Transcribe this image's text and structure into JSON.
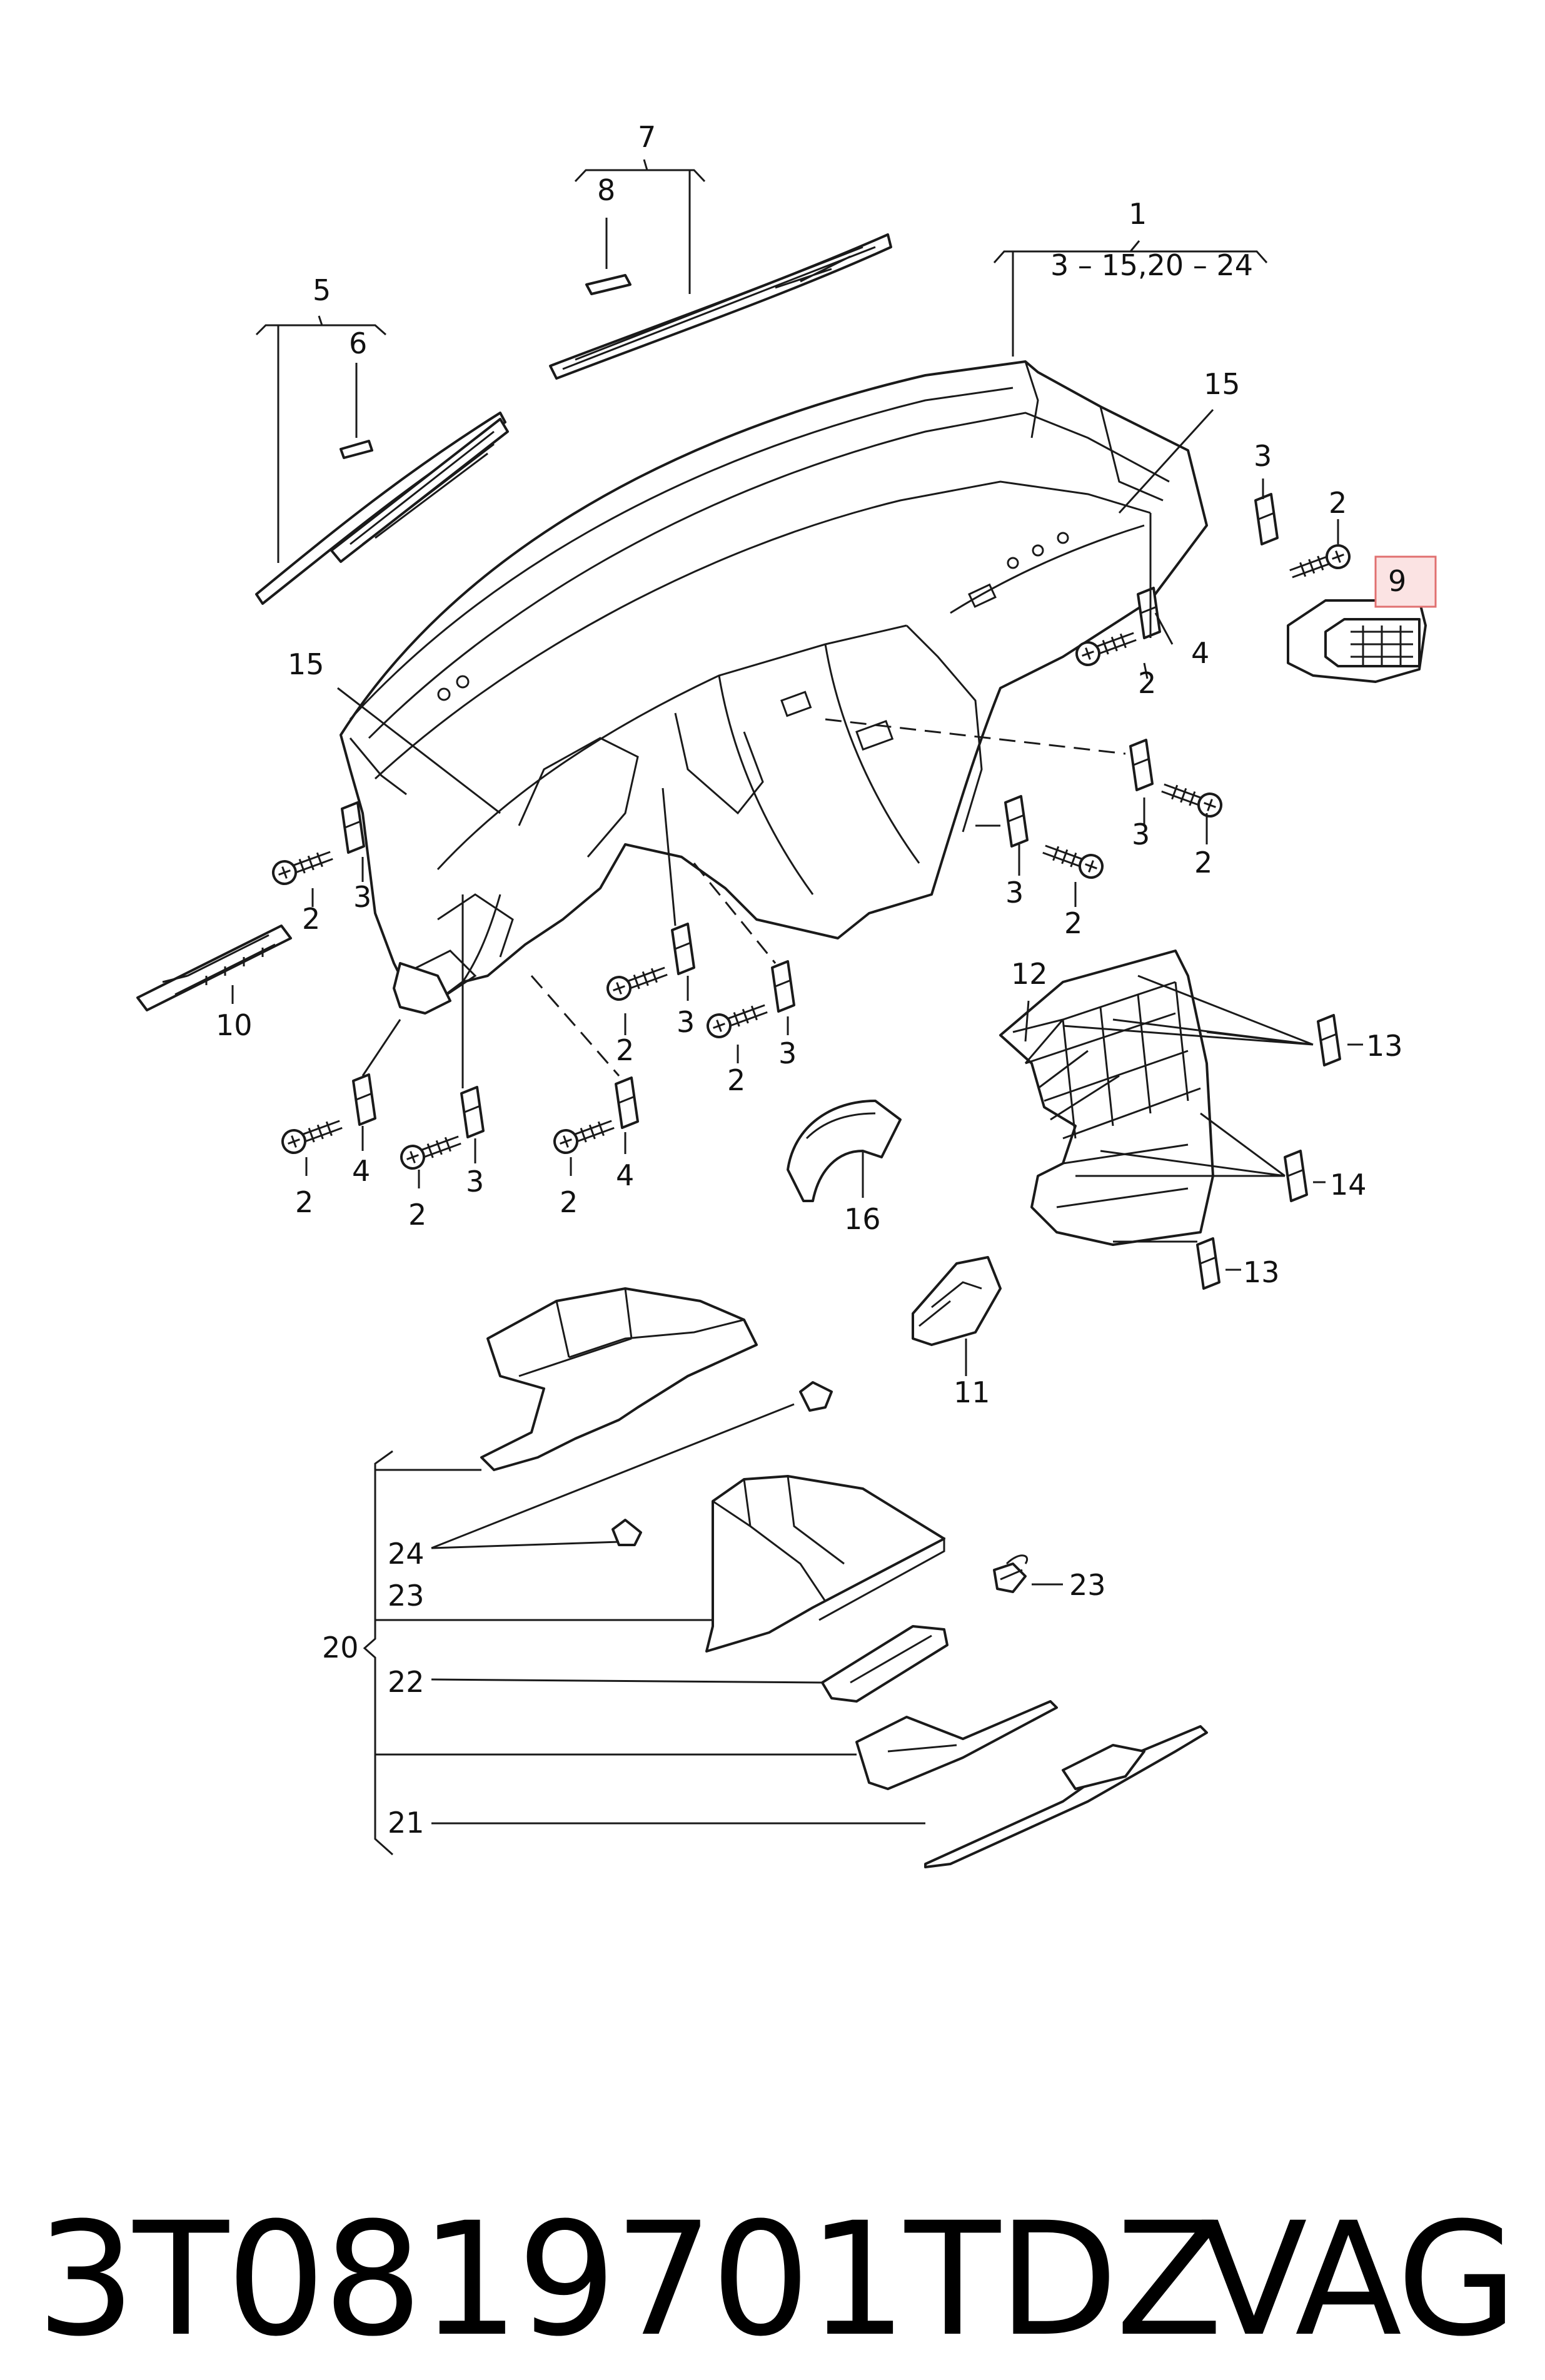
{
  "callouts": {
    "c1": "1",
    "c1_range": "3 – 15,20 – 24",
    "c2": "2",
    "c3": "3",
    "c4": "4",
    "c5": "5",
    "c6": "6",
    "c7": "7",
    "c8": "8",
    "c9": "9",
    "c10": "10",
    "c11": "11",
    "c12": "12",
    "c13": "13",
    "c14": "14",
    "c15": "15",
    "c16": "16",
    "c20": "20",
    "c21": "21",
    "c22": "22",
    "c23": "23",
    "c24": "24"
  },
  "footer": {
    "part_number": "3T0819701TDZ",
    "brand": "VAG"
  },
  "highlight": {
    "callout": "9",
    "color": "#e07070"
  }
}
